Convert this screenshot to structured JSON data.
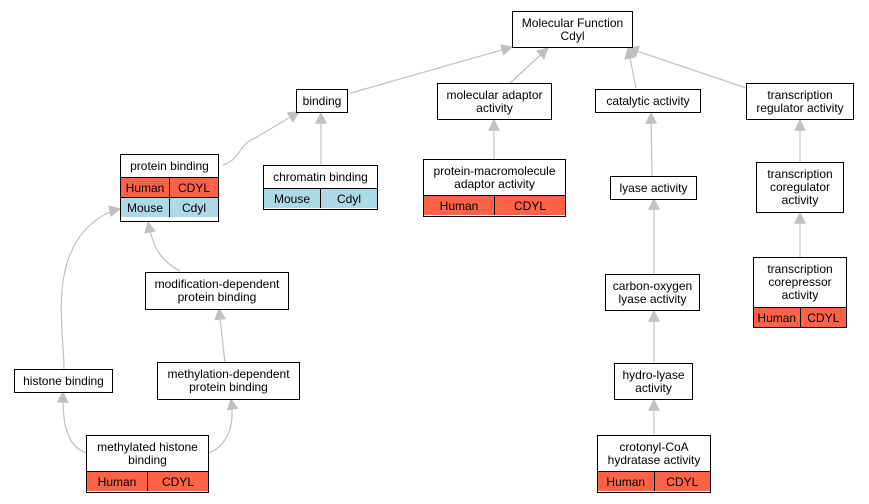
{
  "nodes": {
    "root": {
      "line1": "Molecular Function",
      "line2": "Cdyl"
    },
    "binding": {
      "line1": "binding"
    },
    "mol_adaptor": {
      "line1": "molecular adaptor",
      "line2": "activity"
    },
    "catalytic": {
      "line1": "catalytic activity"
    },
    "tr_reg": {
      "line1": "transcription",
      "line2": "regulator activity"
    },
    "protein_binding": {
      "line1": "protein binding",
      "ann": [
        [
          "Human",
          "CDYL"
        ],
        [
          "Mouse",
          "Cdyl"
        ]
      ]
    },
    "chromatin_binding": {
      "line1": "chromatin binding",
      "ann": [
        [
          "Mouse",
          "Cdyl"
        ]
      ]
    },
    "prot_macro": {
      "line1": "protein-macromolecule",
      "line2": "adaptor activity",
      "ann": [
        [
          "Human",
          "CDYL"
        ]
      ]
    },
    "lyase": {
      "line1": "lyase activity"
    },
    "tr_coreg": {
      "line1": "transcription",
      "line2": "coregulator",
      "line3": "activity"
    },
    "mod_dep": {
      "line1": "modification-dependent",
      "line2": "protein binding"
    },
    "co_lyase": {
      "line1": "carbon-oxygen",
      "line2": "lyase activity"
    },
    "tr_corep": {
      "line1": "transcription",
      "line2": "corepressor",
      "line3": "activity",
      "ann": [
        [
          "Human",
          "CDYL"
        ]
      ]
    },
    "histone_binding": {
      "line1": "histone binding"
    },
    "meth_dep": {
      "line1": "methylation-dependent",
      "line2": "protein binding"
    },
    "hydro_lyase": {
      "line1": "hydro-lyase",
      "line2": "activity"
    },
    "meth_histone": {
      "line1": "methylated histone",
      "line2": "binding",
      "ann": [
        [
          "Human",
          "CDYL"
        ]
      ]
    },
    "crotonyl": {
      "line1": "crotonyl-CoA",
      "line2": "hydratase activity",
      "ann": [
        [
          "Human",
          "CDYL"
        ]
      ]
    }
  },
  "colors": {
    "human": "#ff6347",
    "mouse": "#add8e6",
    "edge": "#c0c0c0"
  }
}
